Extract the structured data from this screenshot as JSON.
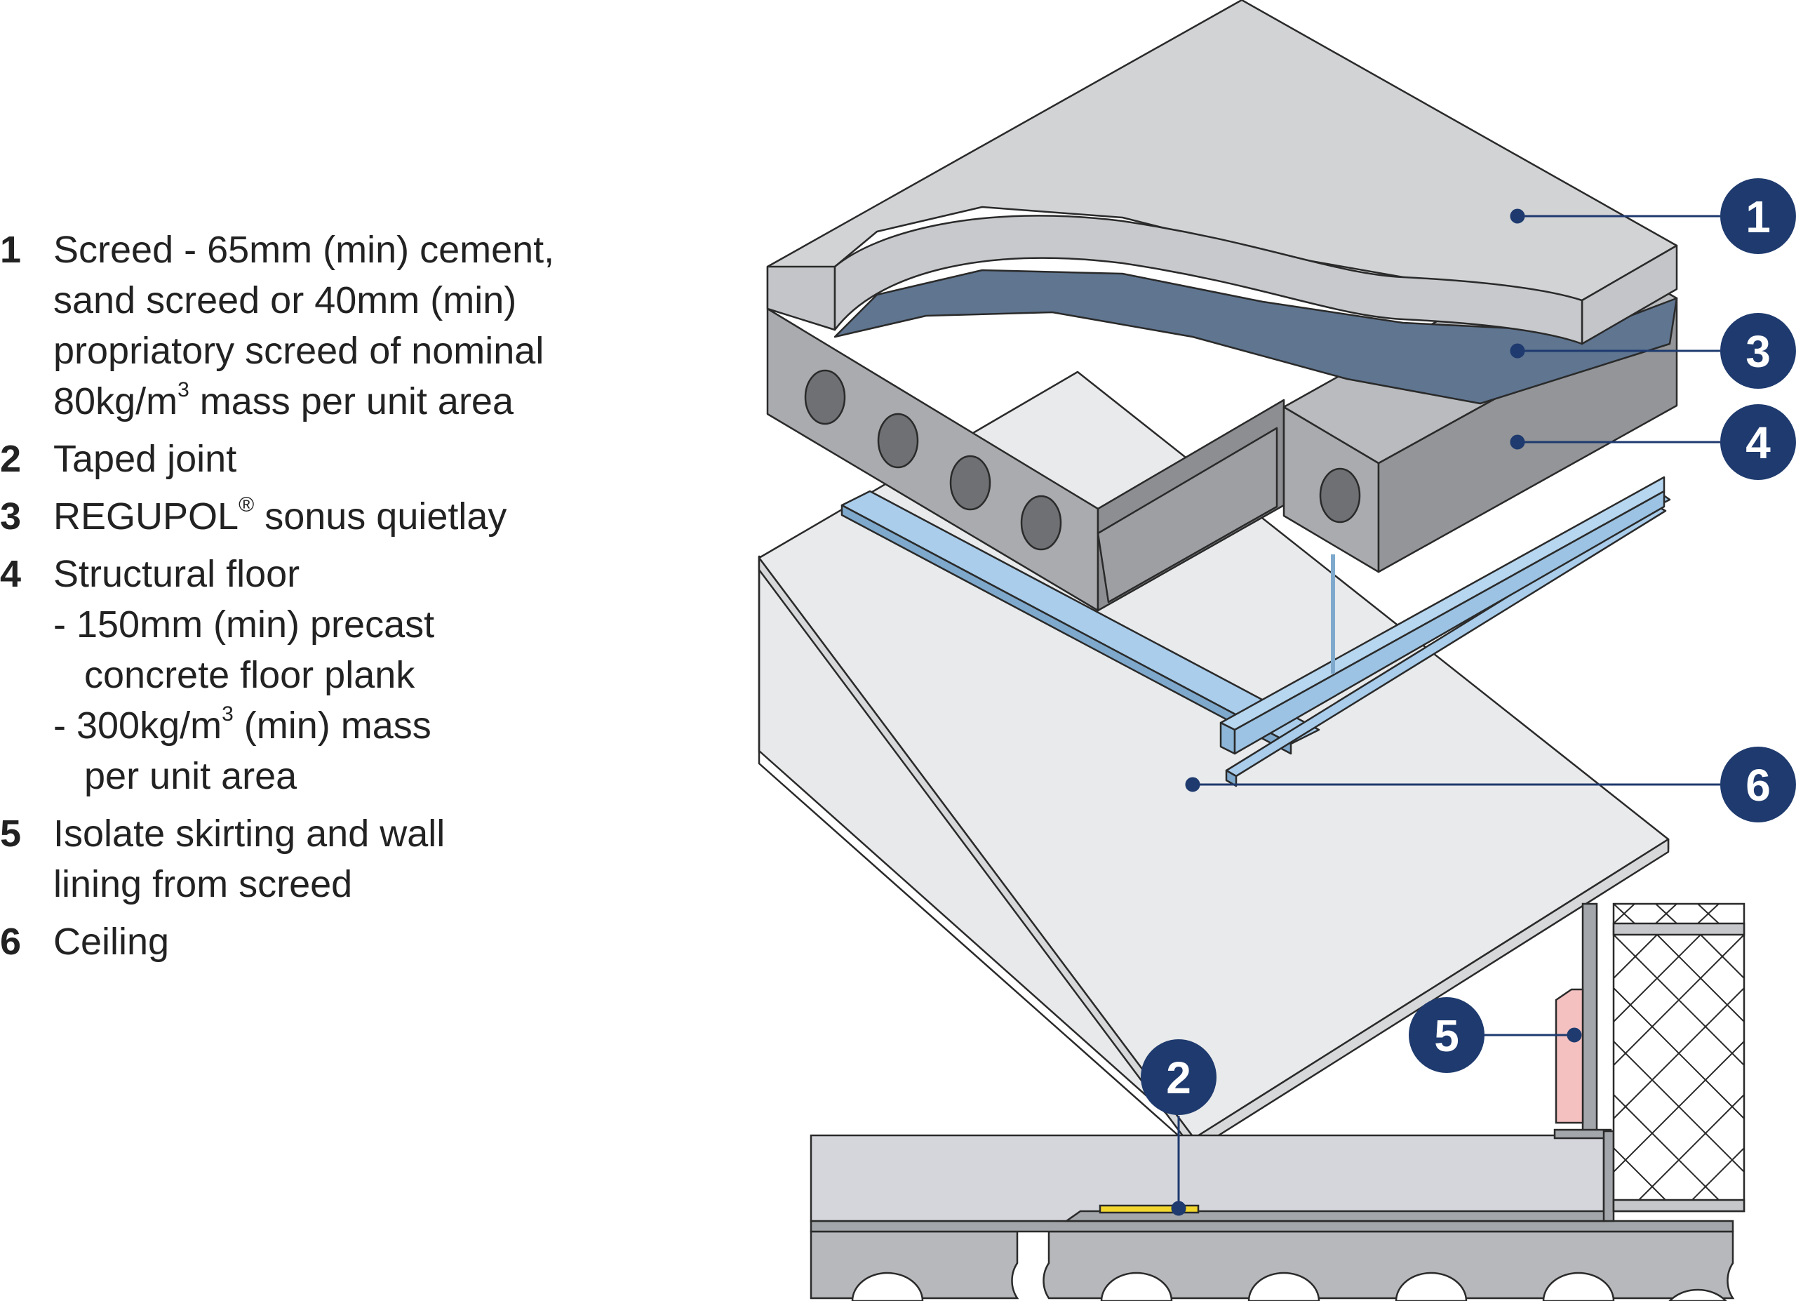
{
  "legend": [
    {
      "num": "1",
      "lines": [
        "Screed - 65mm (min) cement,",
        "sand screed or 40mm (min)",
        "propriatory screed of nominal"
      ],
      "last_pre": "80kg/m",
      "last_sup": "3",
      "last_post": " mass per unit area"
    },
    {
      "num": "2",
      "lines": [
        "Taped joint"
      ]
    },
    {
      "num": "3",
      "pre": "REGUPOL",
      "sup": "®",
      "post": " sonus quietlay"
    },
    {
      "num": "4",
      "title": "Structural floor",
      "sub1_a": "- 150mm (min) precast",
      "sub1_b": "concrete floor plank",
      "sub2_pre": "- 300kg/m",
      "sub2_sup": "3",
      "sub2_post": " (min) mass",
      "sub2_b": "per unit area"
    },
    {
      "num": "5",
      "lines": [
        "Isolate skirting and wall",
        "lining from screed"
      ]
    },
    {
      "num": "6",
      "lines": [
        "Ceiling"
      ]
    }
  ],
  "callouts": [
    "1",
    "3",
    "4",
    "6",
    "2",
    "5"
  ],
  "colors": {
    "screed": "#d1d3d5",
    "screed_side": "#c3c5c8",
    "quietlay": "#5f7590",
    "concrete": "#a9abae",
    "concrete_dark": "#8c8e92",
    "channel": "#a9cdeb",
    "ceiling": "#e8e9ea",
    "callout": "#1e3a6e",
    "tape": "#f2d62e",
    "pink": "#f4c1c0"
  }
}
